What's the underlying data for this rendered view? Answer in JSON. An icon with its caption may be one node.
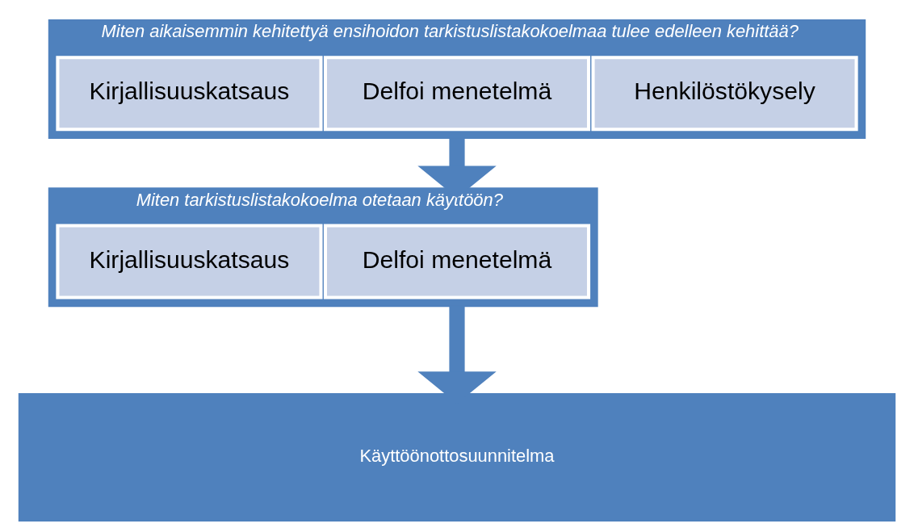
{
  "diagram": {
    "nodes": [
      {
        "text": [
          "Miten aikaisemmin kehitettyä ensihoidon tarkistuslistakokoelmaa tulee edelleen kehittää?"
        ]
      },
      {
        "text": [
          "Kirjallisuuskatsaus"
        ],
        "in": 0
      },
      {
        "text": [
          "Delfoi menetelmä"
        ],
        "in": 0
      },
      {
        "text": [
          "Henkilöstökysely"
        ],
        "in": 0
      },
      {
        "text": [
          "Miten tarkistuslistakokoelma otetaan käyttöön?"
        ]
      },
      {
        "text": [
          "Kirjallisuuskatsaus"
        ],
        "in": 4
      },
      {
        "text": [
          "Delfoi menetelmä"
        ],
        "in": 4
      },
      {
        "text": [
          "Käyttöönottosuunnitelma"
        ]
      }
    ],
    "edges": [
      {
        "from": 0,
        "to": 4,
        "arrow": "to"
      },
      {
        "from": 4,
        "to": 7,
        "arrow": "to"
      }
    ]
  }
}
